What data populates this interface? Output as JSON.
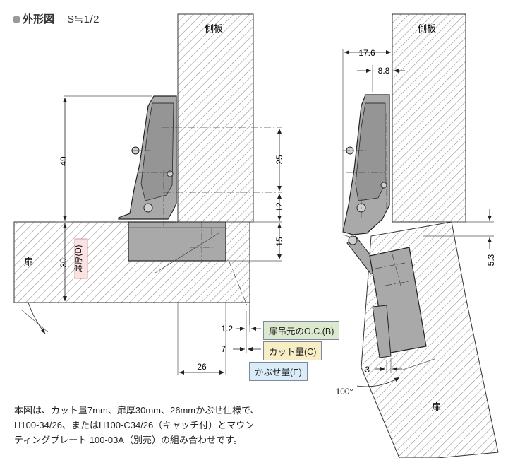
{
  "title": {
    "main": "外形図",
    "scale": "S≒1/2"
  },
  "left_view": {
    "side_panel_label": "側板",
    "door_label": "扉",
    "door_thickness_label": "扉厚(D)",
    "dims": {
      "d49": "49",
      "d25": "25",
      "d12": "12",
      "d15": "15",
      "d30": "30",
      "d12_small": "1.2",
      "d7": "7",
      "d26": "26"
    }
  },
  "right_view": {
    "side_panel_label": "側板",
    "door_label": "扉",
    "dims": {
      "d17_6": "17.6",
      "d8_8": "8.8",
      "d5_3": "5.3",
      "d3": "3",
      "angle": "100°"
    }
  },
  "labels": {
    "oc": "扉吊元のO.C.(B)",
    "cut": "カット量(C)",
    "cover": "かぶせ量(E)"
  },
  "colors": {
    "oc_bg": "#dde9cf",
    "cut_bg": "#f8eec6",
    "cover_bg": "#d9ecf8",
    "metal": "#a9a9a9"
  },
  "note": {
    "line1": "本図は、カット量7mm、扉厚30mm、26mmかぶせ仕様で、",
    "line2": "H100-34/26、またはH100-C34/26（キャッチ付）とマウン",
    "line3": "ティングプレート 100-03A（別売）の組み合わせです。"
  }
}
